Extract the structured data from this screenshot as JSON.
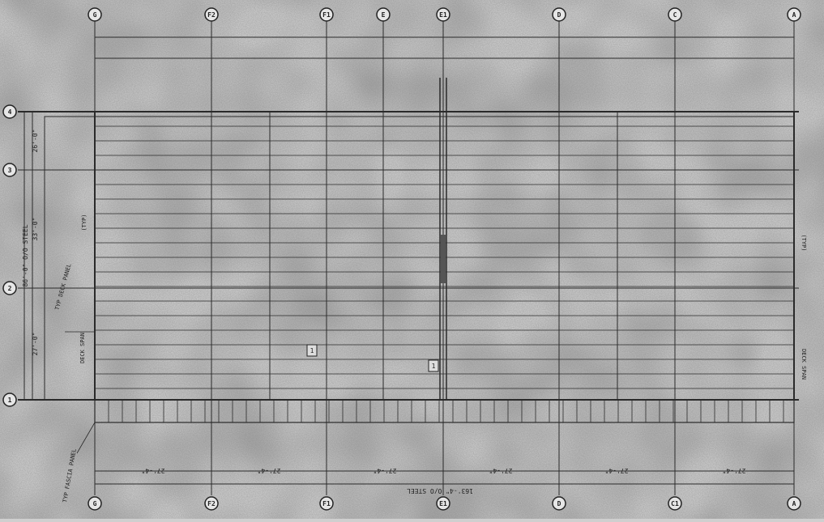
{
  "grid_top": [
    "G",
    "F2",
    "F1",
    "E",
    "E1",
    "D",
    "C",
    "A"
  ],
  "grid_bottom": [
    "G",
    "F2",
    "F1",
    "E1",
    "D",
    "C1",
    "A"
  ],
  "grid_left": [
    "4",
    "3",
    "2",
    "1"
  ],
  "top_dims": [
    "",
    "",
    "",
    "",
    "",
    "",
    ""
  ],
  "bottom_dims": [
    "27'-4\"",
    "27'-4\"",
    "27'-4\"",
    "27'-4\"",
    "27'-4\"",
    "27'-4\""
  ],
  "overall_dim": "163'-4\" O/O STEEL",
  "left_dim": "86'-0\" O/O STEEL",
  "left_segments": [
    "26'-0\"",
    "33'-0\"",
    "27'-0\""
  ],
  "notes": {
    "left_upper": "(TYP)",
    "left_diag": "TYP DECK PANEL",
    "left_lower": "DECK SPAN",
    "right_mid": "(TYP)",
    "right_lower": "DECK SPAN",
    "fascia": "TYP FASCIA PANEL"
  },
  "markers": [
    "1",
    "1"
  ],
  "colors": {
    "background": "#cfcfcf",
    "line": "#2a2a2a"
  }
}
